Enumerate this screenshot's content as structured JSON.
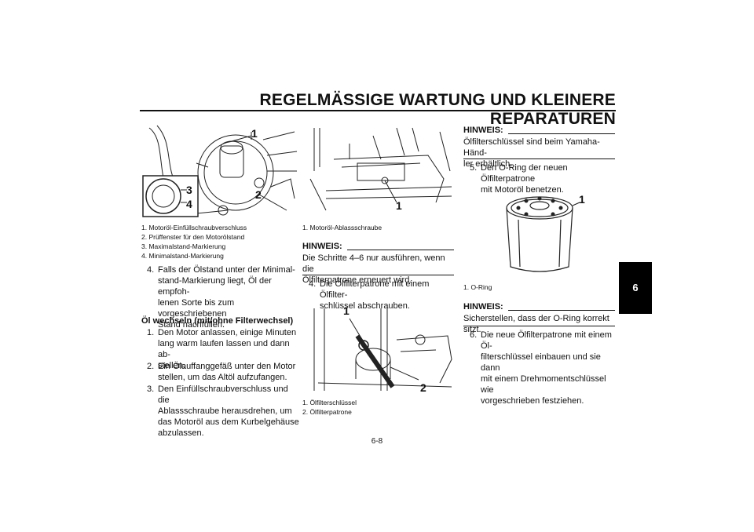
{
  "header": {
    "title": "REGELMÄSSIGE WARTUNG UND KLEINERE REPARATUREN"
  },
  "tab": {
    "chapter": "6"
  },
  "footer": {
    "page": "6-8"
  },
  "col1": {
    "figure_labels": [
      "1",
      "2",
      "3",
      "4"
    ],
    "captions": [
      "1. Motoröl-Einfüllschraubverschluss",
      "2. Prüffenster für den Motorölstand",
      "3. Maximalstand-Markierung",
      "4. Minimalstand-Markierung"
    ],
    "step4": {
      "num": "4.",
      "lines": [
        "Falls der Ölstand unter der Minimal-",
        "stand-Markierung liegt, Öl der empfoh-",
        "lenen Sorte bis zum vorgeschriebenen",
        "Stand nachfüllen."
      ]
    },
    "section_heading": "Öl wechseln (mit/ohne Filterwechsel)",
    "steps": [
      {
        "num": "1.",
        "lines": [
          "Den Motor anlassen, einige Minuten",
          "lang warm laufen lassen und dann ab-",
          "stellen."
        ]
      },
      {
        "num": "2.",
        "lines": [
          "Ein Ölauffanggefäß unter den Motor",
          "stellen, um das Altöl aufzufangen."
        ]
      },
      {
        "num": "3.",
        "lines": [
          "Den Einfüllschraubverschluss und die",
          "Ablassschraube herausdrehen, um",
          "das Motoröl aus dem Kurbelgehäuse",
          "abzulassen."
        ]
      }
    ]
  },
  "col2": {
    "fig1_label": "1",
    "fig1_caption": "1. Motoröl-Ablassschraube",
    "hinweis": {
      "title": "HINWEIS:",
      "lines": [
        "Die Schritte 4–6 nur ausführen, wenn die",
        "Ölfilterpatrone erneuert wird."
      ]
    },
    "step4": {
      "num": "4.",
      "lines": [
        "Die Ölfilterpatrone mit einem Ölfilter-",
        "schlüssel abschrauben."
      ]
    },
    "fig2_labels": [
      "1",
      "2"
    ],
    "fig2_captions": [
      "1. Ölfilterschlüssel",
      "2. Ölfilterpatrone"
    ]
  },
  "col3": {
    "hinweis1": {
      "title": "HINWEIS:",
      "lines": [
        "Ölfilterschlüssel sind beim Yamaha-Händ-",
        "ler erhältlich."
      ]
    },
    "step5": {
      "num": "5.",
      "lines": [
        "Den O-Ring der neuen Ölfilterpatrone",
        "mit Motoröl benetzen."
      ]
    },
    "fig_label": "1",
    "fig_caption": "1. O-Ring",
    "hinweis2": {
      "title": "HINWEIS:",
      "lines": [
        "Sicherstellen, dass der O-Ring korrekt sitzt."
      ]
    },
    "step6": {
      "num": "6.",
      "lines": [
        "Die neue Ölfilterpatrone mit einem Öl-",
        "filterschlüssel einbauen und sie dann",
        "mit einem Drehmomentschlüssel wie",
        "vorgeschrieben festziehen."
      ]
    }
  },
  "colors": {
    "text": "#111111",
    "tab_bg": "#000000",
    "tab_fg": "#ffffff"
  }
}
